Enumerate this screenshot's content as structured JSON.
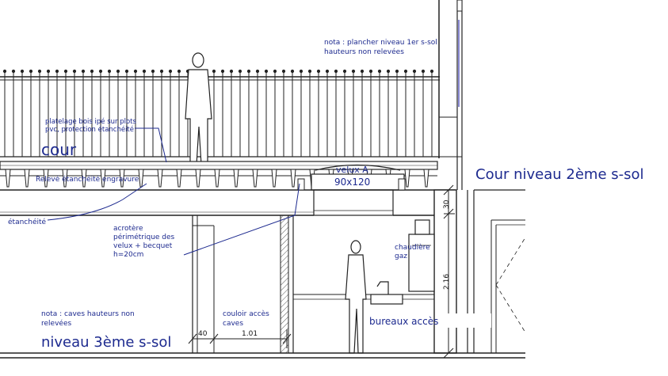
{
  "annotations": {
    "nota_top_line1": "nota : plancher niveau 1er s-sol",
    "nota_top_line2": "hauteurs non relevées",
    "platelage_line1": "platelage bois ipé sur plots",
    "platelage_line2": "pvc, protection étanchéité",
    "cour": "cour",
    "releve": "Relevé étanchéité engravure",
    "velux_name": "velux A",
    "velux_size": "90x120",
    "cour_niveau": "Cour niveau 2ème s-sol",
    "etancheite": "étanchéité",
    "acrotere_line1": "acrotère",
    "acrotere_line2": "périmétrique des",
    "acrotere_line3": "velux  + becquet",
    "acrotere_line4": "h=20cm",
    "chaudiere_line1": "chaudière",
    "chaudiere_line2": "gaz",
    "nota_bottom_line1": "nota : caves hauteurs non",
    "nota_bottom_line2": "relevées",
    "niveau_3": "niveau 3ème s-sol",
    "couloir_line1": "couloir accès",
    "couloir_line2": "caves",
    "bureaux": "bureaux accès"
  },
  "dimensions": {
    "dim_40": "40",
    "dim_101": "1.01",
    "dim_30": "30",
    "dim_216": "2.16"
  },
  "colors": {
    "annotation": "#1d2a8f",
    "line": "#222222",
    "hatch": "#555555"
  }
}
